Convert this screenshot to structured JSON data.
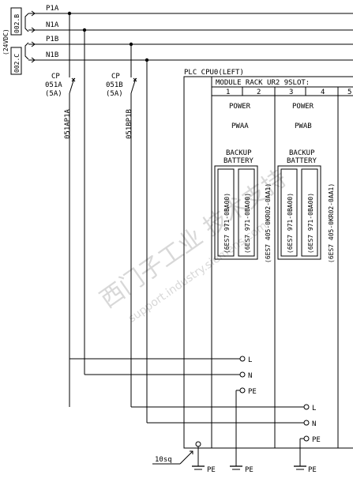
{
  "supply": {
    "voltage": "(24VDC)",
    "ref_b": "002.B",
    "ref_c": "002.C",
    "bus": [
      "P1A",
      "N1A",
      "P1B",
      "N1B"
    ]
  },
  "breakers": [
    {
      "type": "CP",
      "tag": "051A",
      "rating": "(5A)",
      "wire": "051AP1A"
    },
    {
      "type": "CP",
      "tag": "051B",
      "rating": "(5A)",
      "wire": "051BP1B"
    }
  ],
  "plc": {
    "title": "PLC CPU0(LEFT)",
    "rack": "MODULE RACK UR2 9SLOT:",
    "slots": [
      "1",
      "2",
      "3",
      "4",
      "5"
    ],
    "modules": [
      {
        "power": "POWER",
        "name": "PWAA",
        "backup": "BACKUP",
        "battery": "BATTERY",
        "cell1": "(6ES7 971-0BA00)",
        "cell2": "(6ES7 971-0BA00)",
        "part": "(6ES7 405-0KR02-0AA1)"
      },
      {
        "power": "POWER",
        "name": "PWAB",
        "backup": "BACKUP",
        "battery": "BATTERY",
        "cell1": "(6ES7 971-0BA00)",
        "cell2": "(6ES7 971-0BA00)",
        "part": "(6ES7 405-0KR02-0AA1)"
      }
    ]
  },
  "terminals": {
    "l": "L",
    "n": "N",
    "pe": "PE"
  },
  "ground": {
    "cable": "10sq",
    "label": "PE"
  },
  "watermark": {
    "line1": "西门子工业 技术支持",
    "line2": "support.industry.siemens.com"
  }
}
